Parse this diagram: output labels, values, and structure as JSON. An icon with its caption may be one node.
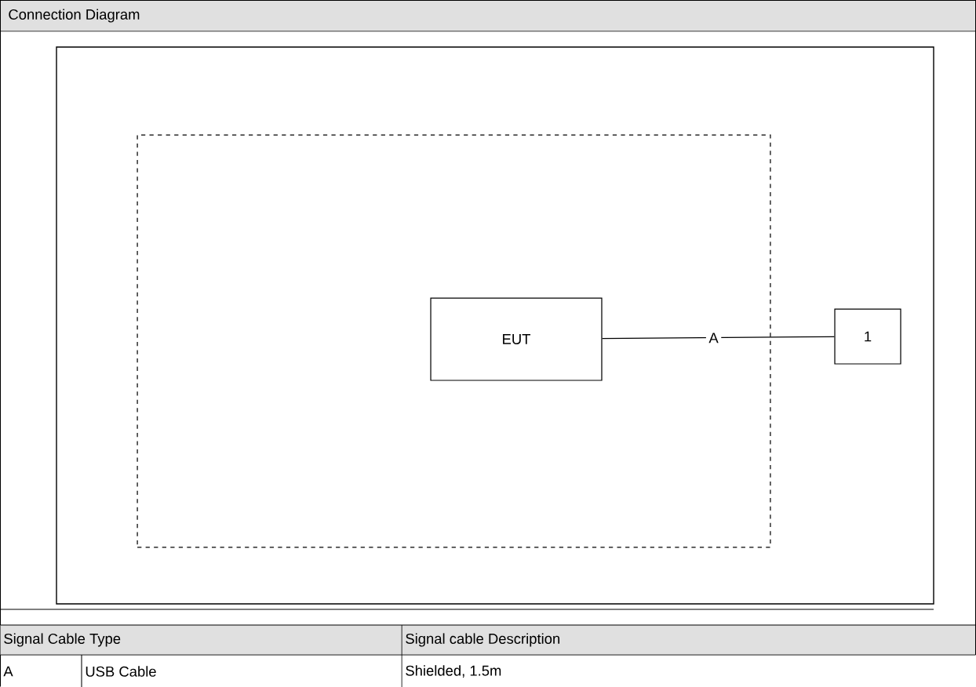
{
  "diagram": {
    "title": "Connection Diagram",
    "nodes": [
      {
        "text": [],
        "shape": "box"
      },
      {
        "text": [
          "EUT"
        ],
        "in": 0
      },
      {
        "text": [
          "1"
        ]
      }
    ],
    "edges": [
      {
        "from": 1,
        "to": 2,
        "arrow": "none",
        "label": "A"
      }
    ],
    "labels": [
      "Signal Cable Type",
      "Signal cable Description",
      "A",
      "USB Cable",
      "Shielded, 1.5m"
    ]
  }
}
